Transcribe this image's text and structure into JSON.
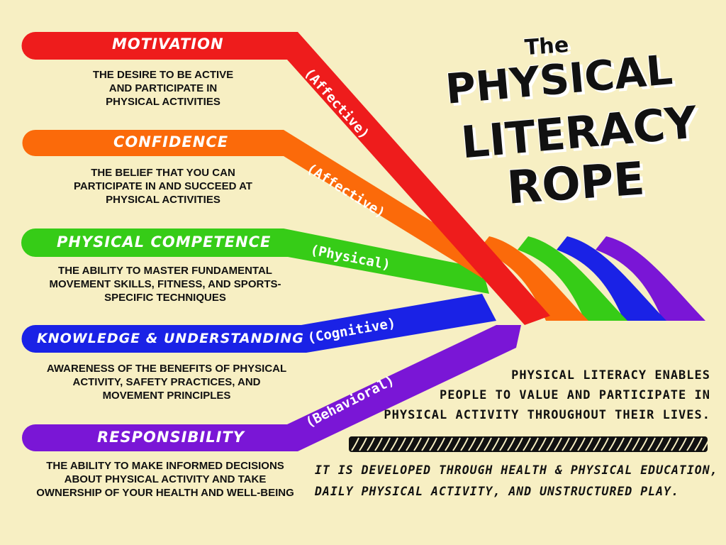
{
  "strands": [
    {
      "name": "Motivation",
      "domain": "(Affective)",
      "color": "#ee1c1c",
      "description": [
        "THE DESIRE TO BE ACTIVE",
        "AND PARTICIPATE IN",
        "PHYSICAL ACTIVITIES"
      ]
    },
    {
      "name": "Confidence",
      "domain": "(Affective)",
      "color": "#fb6a0a",
      "description": [
        "THE BELIEF THAT YOU CAN",
        "PARTICIPATE IN AND SUCCEED AT",
        "PHYSICAL ACTIVITIES"
      ]
    },
    {
      "name": "Physical Competence",
      "domain": "(Physical)",
      "color": "#36cc17",
      "description": [
        "THE ABILITY TO MASTER FUNDAMENTAL",
        "MOVEMENT SKILLS, FITNESS, AND SPORTS-",
        "SPECIFIC TECHNIQUES"
      ]
    },
    {
      "name": "Knowledge & Understanding",
      "domain": "(Cognitive)",
      "color": "#1a22e6",
      "description": [
        "AWARENESS OF THE BENEFITS OF PHYSICAL",
        "ACTIVITY, SAFETY PRACTICES, AND",
        "MOVEMENT PRINCIPLES"
      ]
    },
    {
      "name": "Responsibility",
      "domain": "(Behavioral)",
      "color": "#7a16d6",
      "description": [
        "THE ABILITY TO MAKE INFORMED DECISIONS",
        "ABOUT PHYSICAL ACTIVITY AND TAKE",
        "OWNERSHIP OF YOUR HEALTH AND WELL-BEING"
      ]
    }
  ],
  "title": {
    "small": "The",
    "line1": "Physical",
    "line2": "Literacy",
    "line3": "Rope"
  },
  "summary": {
    "statement": [
      "PHYSICAL LITERACY ENABLES",
      "PEOPLE TO VALUE AND PARTICIPATE IN",
      "PHYSICAL ACTIVITY THROUGHOUT THEIR LIVES."
    ],
    "development": [
      "IT IS DEVELOPED THROUGH HEALTH & PHYSICAL EDUCATION,",
      "DAILY PHYSICAL ACTIVITY, AND UNSTRUCTURED PLAY."
    ]
  }
}
